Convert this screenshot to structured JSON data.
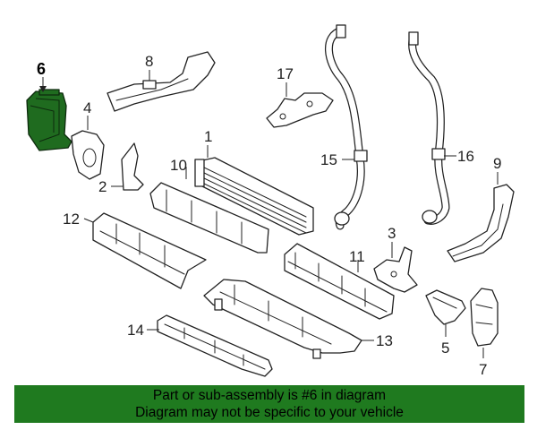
{
  "callouts": [
    {
      "id": "1",
      "label": "1"
    },
    {
      "id": "2",
      "label": "2"
    },
    {
      "id": "3",
      "label": "3"
    },
    {
      "id": "4",
      "label": "4"
    },
    {
      "id": "5",
      "label": "5"
    },
    {
      "id": "6",
      "label": "6"
    },
    {
      "id": "7",
      "label": "7"
    },
    {
      "id": "8",
      "label": "8"
    },
    {
      "id": "9",
      "label": "9"
    },
    {
      "id": "10",
      "label": "10"
    },
    {
      "id": "11",
      "label": "11"
    },
    {
      "id": "12",
      "label": "12"
    },
    {
      "id": "13",
      "label": "13"
    },
    {
      "id": "14",
      "label": "14"
    },
    {
      "id": "15",
      "label": "15"
    },
    {
      "id": "16",
      "label": "16"
    },
    {
      "id": "17",
      "label": "17"
    }
  ],
  "highlighted_part": "6",
  "highlight_color": "#1f7a1f",
  "banner": {
    "line1": "Part or sub-assembly is #6 in diagram",
    "line2": "Diagram may not be specific to your vehicle"
  }
}
